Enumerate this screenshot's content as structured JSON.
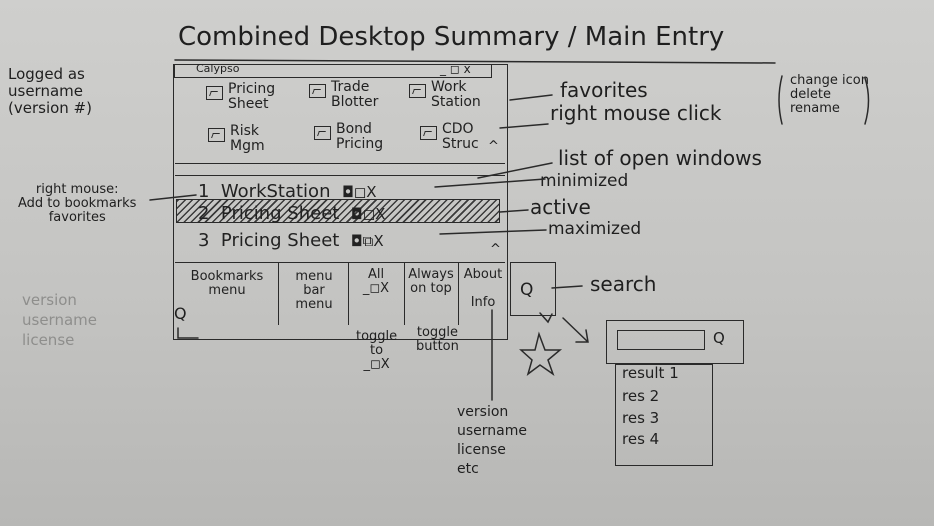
{
  "title": "Combined Desktop Summary / Main Entry",
  "left_notes": {
    "logged_as": "Logged as\nusername\n(version #)",
    "right_mouse": "right mouse:\nAdd to bookmarks\nfavorites",
    "faint": "version\nusername\nlicense"
  },
  "window": {
    "title": "Calypso",
    "controls": "_ ◻ x"
  },
  "favorites": [
    "Pricing\nSheet",
    "Trade\nBlotter",
    "Work\nStation",
    "Risk\nMgm",
    "Bond\nPricing",
    "CDO\nStruc"
  ],
  "open_windows": [
    {
      "num": "1",
      "name": "WorkStation",
      "controls": "◘◻X"
    },
    {
      "num": "2",
      "name": "Pricing Sheet",
      "controls": "◘◻X"
    },
    {
      "num": "3",
      "name": "Pricing Sheet",
      "controls": "◘⧉X"
    }
  ],
  "toolbar": [
    "Bookmarks\nmenu",
    "menu\nbar\nmenu",
    "All\n_◻X",
    "Always\non top",
    "About\n\nInfo"
  ],
  "icons": {
    "search": "Q",
    "chevron_up": "^",
    "search_icon_name": "search-icon",
    "picture_icon_name": "picture-icon",
    "star_icon_name": "star-icon"
  },
  "annotations": {
    "favorites": "favorites",
    "right_mouse_click": "right mouse  click",
    "context_menu": "change icon\ndelete\nrename",
    "open_windows": "list of open windows",
    "minimized": "minimized",
    "active": "active",
    "maximized": "maximized",
    "search": "search",
    "toggle_to": "toggle\nto\n_◻X",
    "toggle_button": "toggle\nbutton",
    "version_info": "version\nusername\nlicense\netc"
  },
  "search_results": [
    "result 1",
    "res 2",
    "res 3",
    "res 4"
  ],
  "colors": {
    "paper": "#c4c4c2",
    "ink": "#2a2a2a"
  }
}
